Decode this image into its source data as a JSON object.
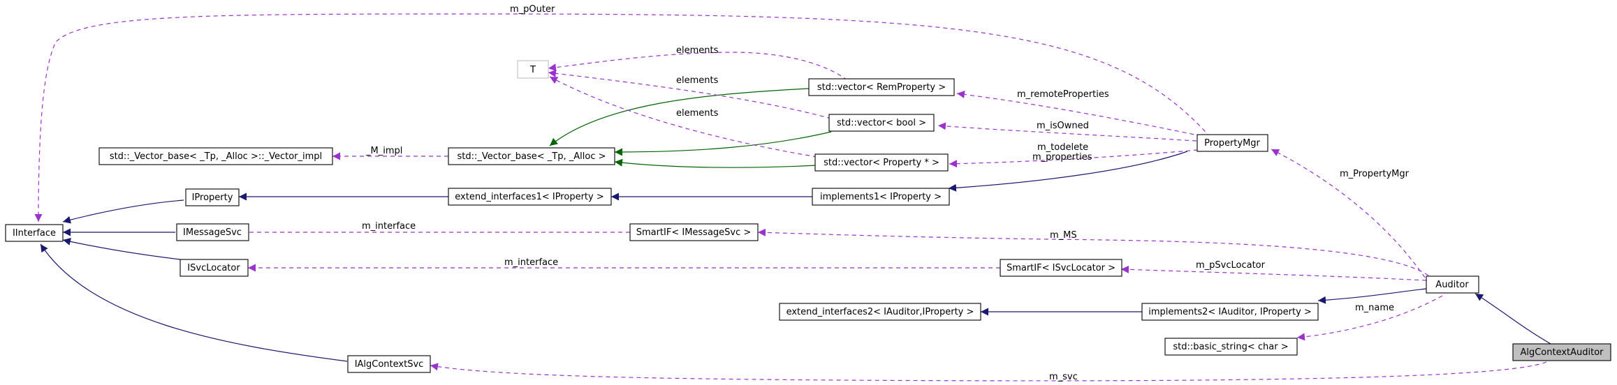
{
  "colors": {
    "inheritance": "#191970",
    "template_instance": "#006400",
    "usage": "#9a32cd",
    "current_fill": "#bfbfbf"
  },
  "nodes": {
    "iinterface": "IInterface",
    "iproperty": "IProperty",
    "imessagesvc": "IMessageSvc",
    "isvclocator": "ISvcLocator",
    "ialgcontextsvc": "IAlgContextSvc",
    "vector_impl": "std::_Vector_base< _Tp, _Alloc >::_Vector_impl",
    "vector_base": "std::_Vector_base< _Tp, _Alloc >",
    "t": "T",
    "vec_remprop": "std::vector< RemProperty >",
    "vec_bool": "std::vector< bool >",
    "vec_propptr": "std::vector< Property * >",
    "extend_if1": "extend_interfaces1< IProperty >",
    "implements1": "implements1< IProperty >",
    "smartif_msgsvc": "SmartIF< IMessageSvc >",
    "smartif_svcloc": "SmartIF< ISvcLocator >",
    "extend_if2": "extend_interfaces2< IAuditor,IProperty >",
    "implements2": "implements2< IAuditor, IProperty >",
    "basic_string": "std::basic_string< char >",
    "propertymgr": "PropertyMgr",
    "auditor": "Auditor",
    "algcontextauditor": "AlgContextAuditor"
  },
  "edge_labels": {
    "m_pouter": "m_pOuter",
    "elements_1": "elements",
    "elements_2": "elements",
    "elements_3": "elements",
    "m_impl": "_M_impl",
    "m_remoteproperties": "m_remoteProperties",
    "m_isowned": "m_isOwned",
    "m_todelete": "m_todelete",
    "m_properties": "m_properties",
    "m_propertymgr": "m_PropertyMgr",
    "m_interface_1": "m_interface",
    "m_ms": "m_MS",
    "m_interface_2": "m_interface",
    "m_psvclocator": "m_pSvcLocator",
    "m_name": "m_name",
    "m_svc": "m_svc"
  }
}
